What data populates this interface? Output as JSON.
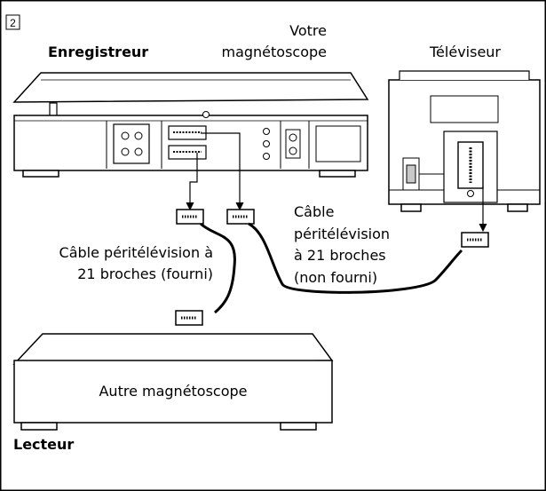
{
  "step_number": "2",
  "recorder": {
    "role_label": "Enregistreur",
    "device_label_line1": "Votre",
    "device_label_line2": "magnétoscope"
  },
  "tv": {
    "label": "Téléviseur"
  },
  "cable_supplied": {
    "line1": "Câble péritélévision à",
    "line2": "21 broches (fourni)"
  },
  "cable_not_supplied": {
    "line1": "Câble",
    "line2": "péritélévision",
    "line3": "à 21 broches",
    "line4": "(non  fourni)"
  },
  "player": {
    "device_label": "Autre magnétoscope",
    "role_label": "Lecteur"
  },
  "colors": {
    "line": "#000000",
    "device_fill": "#ffffff",
    "shade": "#c8c8c8"
  }
}
